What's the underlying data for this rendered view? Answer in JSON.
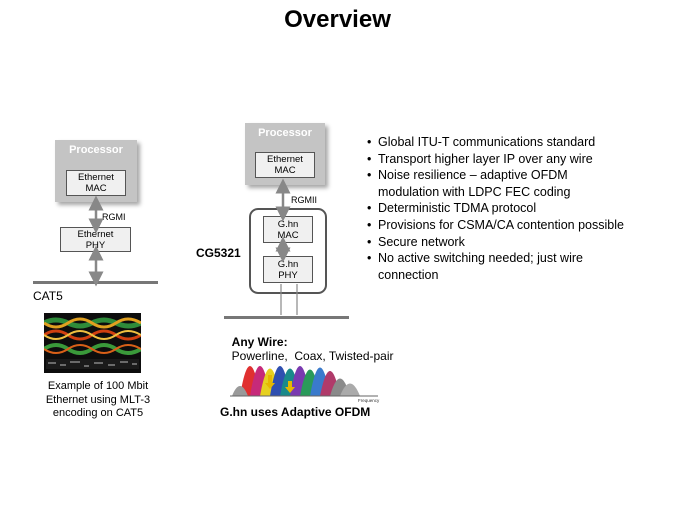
{
  "title": "Overview",
  "left": {
    "processor": "Processor",
    "ethernet_mac": [
      "Ethernet",
      "MAC"
    ],
    "interface": "RGMI",
    "ethernet_phy": [
      "Ethernet",
      "PHY"
    ],
    "medium": "CAT5",
    "caption": [
      "Example of 100 Mbit",
      "Ethernet using MLT-3",
      "encoding on CAT5"
    ]
  },
  "middle": {
    "processor": "Processor",
    "ethernet_mac": [
      "Ethernet",
      "MAC"
    ],
    "interface": "RGMII",
    "chip": "CG5321",
    "ghn_mac": [
      "G.hn",
      "MAC"
    ],
    "ghn_phy": [
      "G.hn",
      "PHY"
    ],
    "any_wire_label": "Any Wire:",
    "any_wire_types": "Powerline,  Coax, Twisted-pair",
    "spectrum_axis": "Frequency",
    "caption": "G.hn uses Adaptive OFDM"
  },
  "bullets": [
    "Global ITU-T communications standard",
    "Transport higher layer IP over any wire",
    "Noise resilience – adaptive OFDM\nmodulation with LDPC FEC coding",
    "Deterministic TDMA protocol",
    "Provisions for CSMA/CA contention possible",
    "Secure network",
    "No active switching needed; just wire\nconnection"
  ],
  "colors": {
    "processor_fill": "#c4c4c4",
    "inner_fill": "#f0f0f0",
    "border": "#555555",
    "arrow": "#888888"
  }
}
